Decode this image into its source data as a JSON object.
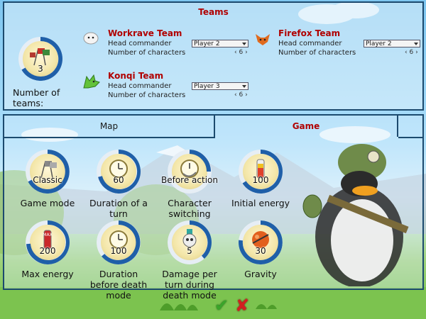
{
  "teams_panel": {
    "title": "Teams",
    "team_count_value": "3",
    "team_count_label": "Number of teams:",
    "teams": [
      {
        "name": "Workrave Team",
        "head_label": "Head commander",
        "chars_label": "Number of characters",
        "commander": "Player 2",
        "characters": "6",
        "icon": "sheep-icon"
      },
      {
        "name": "Firefox Team",
        "head_label": "Head commander",
        "chars_label": "Number of characters",
        "commander": "Player 2",
        "characters": "6",
        "icon": "fox-icon"
      },
      {
        "name": "Konqi Team",
        "head_label": "Head commander",
        "chars_label": "Number of characters",
        "commander": "Player 3",
        "characters": "6",
        "icon": "dragon-icon"
      }
    ]
  },
  "tabs": [
    {
      "label": "Map",
      "active": false
    },
    {
      "label": "Game",
      "active": true
    }
  ],
  "settings": [
    {
      "value": "Classic",
      "label": "Game mode",
      "icon": "flags-icon"
    },
    {
      "value": "60",
      "label": "Duration of a turn",
      "icon": "clock-icon"
    },
    {
      "value": "Before action",
      "label": "Character switching",
      "icon": "clock-arrow-icon"
    },
    {
      "value": "100",
      "label": "Initial energy",
      "icon": "energy-bar-icon"
    },
    {
      "value": "200",
      "label": "Max energy",
      "icon": "max-energy-icon"
    },
    {
      "value": "100",
      "label": "Duration before death mode",
      "icon": "clock-icon"
    },
    {
      "value": "5",
      "label": "Damage per turn during death mode",
      "icon": "skull-icon"
    },
    {
      "value": "30",
      "label": "Gravity",
      "icon": "planet-icon"
    }
  ],
  "buttons": {
    "ok": "✔",
    "cancel": "✘"
  },
  "colors": {
    "accent_red": "#b00000",
    "border": "#1c4a6e",
    "ok_green": "#3aa52a",
    "cancel_red": "#d22020"
  }
}
